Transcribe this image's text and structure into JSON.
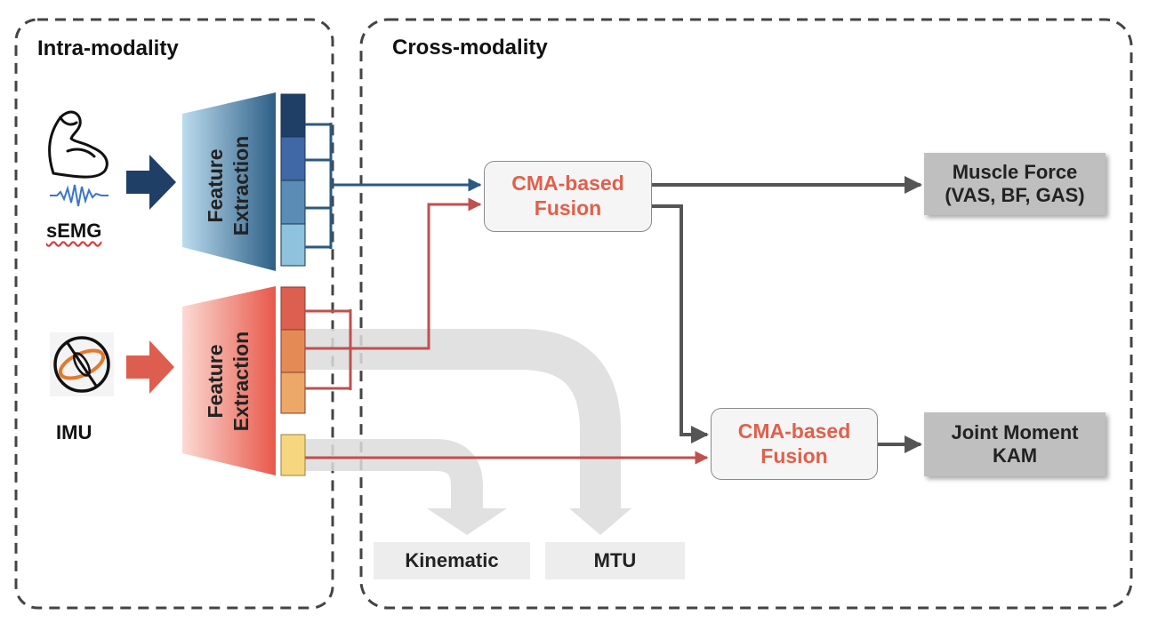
{
  "sections": {
    "intra": {
      "title": "Intra-modality"
    },
    "cross": {
      "title": "Cross-modality"
    }
  },
  "inputs": {
    "semg": {
      "label": "sEMG",
      "icon": "flexed-bicep-emg-icon",
      "arrow_color": "#1f3f66"
    },
    "imu": {
      "label": "IMU",
      "icon": "imu-gyroscope-icon",
      "arrow_color": "#dd5e4e"
    }
  },
  "feature_extraction": {
    "semg": {
      "line1": "Feature",
      "line2": "Extraction",
      "gradient": [
        "#2d5f87",
        "#bcdcee"
      ],
      "token_colors": [
        "#1f3f66",
        "#4068a6",
        "#5a8cb5",
        "#8fc2dc"
      ]
    },
    "imu": {
      "line1": "Feature",
      "line2": "Extraction",
      "gradient": [
        "#e8584a",
        "#fbdad3"
      ],
      "token_colors": [
        "#dc5f50",
        "#e48a55",
        "#eba866"
      ],
      "extra_token_color": "#f6d67f"
    }
  },
  "fusion": {
    "top": {
      "line1": "CMA-based",
      "line2": "Fusion"
    },
    "bottom": {
      "line1": "CMA-based",
      "line2": "Fusion"
    }
  },
  "outputs": {
    "muscle_force": {
      "line1": "Muscle Force",
      "line2": "(VAS, BF, GAS)"
    },
    "joint_moment": {
      "line1": "Joint Moment",
      "line2": "KAM"
    }
  },
  "auxiliary": {
    "kinematic": {
      "label": "Kinematic"
    },
    "mtu": {
      "label": "MTU"
    }
  },
  "colors": {
    "semg_line": "#2b5a80",
    "imu_line": "#c0504d",
    "output_line": "#555555",
    "aux_arrow": "#d9d9d9",
    "dashed_border": "#444444",
    "fusion_text": "#e0604b"
  }
}
